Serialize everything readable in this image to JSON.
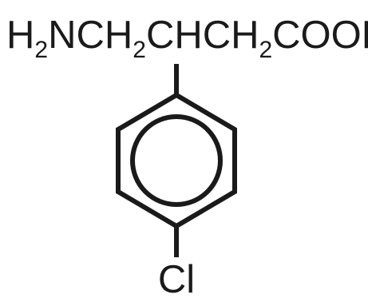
{
  "formula": {
    "part1": "H",
    "sub1": "2",
    "part2": "NCH",
    "sub2": "2",
    "part3": "CHCH",
    "sub3": "2",
    "part4": "COOH"
  },
  "substituent": "Cl",
  "colors": {
    "ink": "#1a1a1a",
    "background": "#ffffff"
  }
}
